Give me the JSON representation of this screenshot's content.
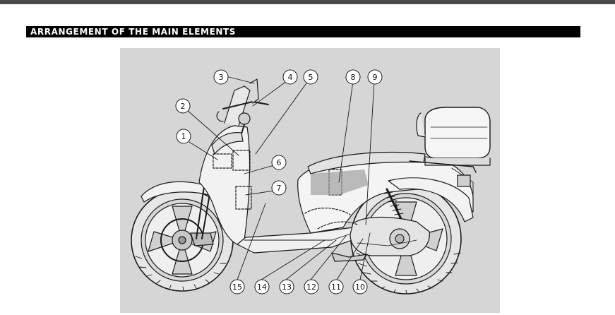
{
  "section": {
    "title": "ARRANGEMENT OF THE MAIN ELEMENTS"
  },
  "figure": {
    "callouts": [
      {
        "label": "1"
      },
      {
        "label": "2"
      },
      {
        "label": "3"
      },
      {
        "label": "4"
      },
      {
        "label": "5"
      },
      {
        "label": "6"
      },
      {
        "label": "7"
      },
      {
        "label": "8"
      },
      {
        "label": "9"
      },
      {
        "label": "10"
      },
      {
        "label": "11"
      },
      {
        "label": "12"
      },
      {
        "label": "13"
      },
      {
        "label": "14"
      },
      {
        "label": "15"
      }
    ]
  },
  "colors": {
    "header_bg": "#000000",
    "header_text": "#ffffff",
    "panel_bg": "#d6d6d6",
    "line_art": "#1a1a1a",
    "tire_fill": "#e8e8e8",
    "callout_fill": "#ffffff"
  }
}
